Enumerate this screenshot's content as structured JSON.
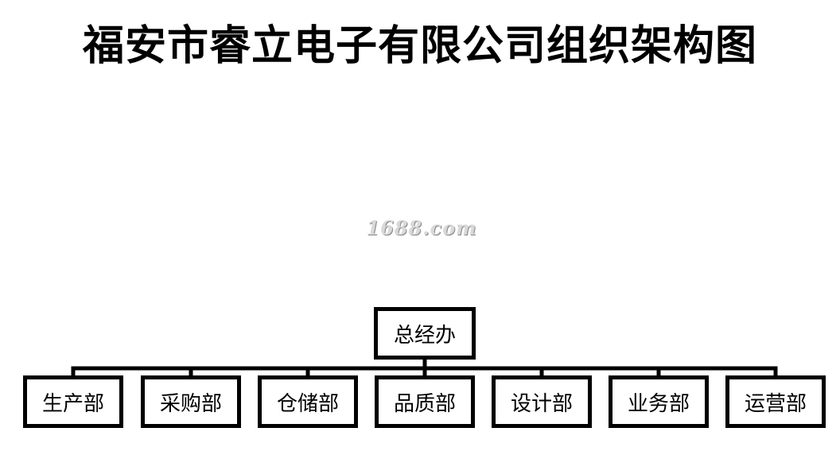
{
  "title": "福安市睿立电子有限公司组织架构图",
  "watermark": "1688.com",
  "org": {
    "root": "总经办",
    "departments": [
      "生产部",
      "采购部",
      "仓储部",
      "品质部",
      "设计部",
      "业务部",
      "运营部"
    ]
  }
}
